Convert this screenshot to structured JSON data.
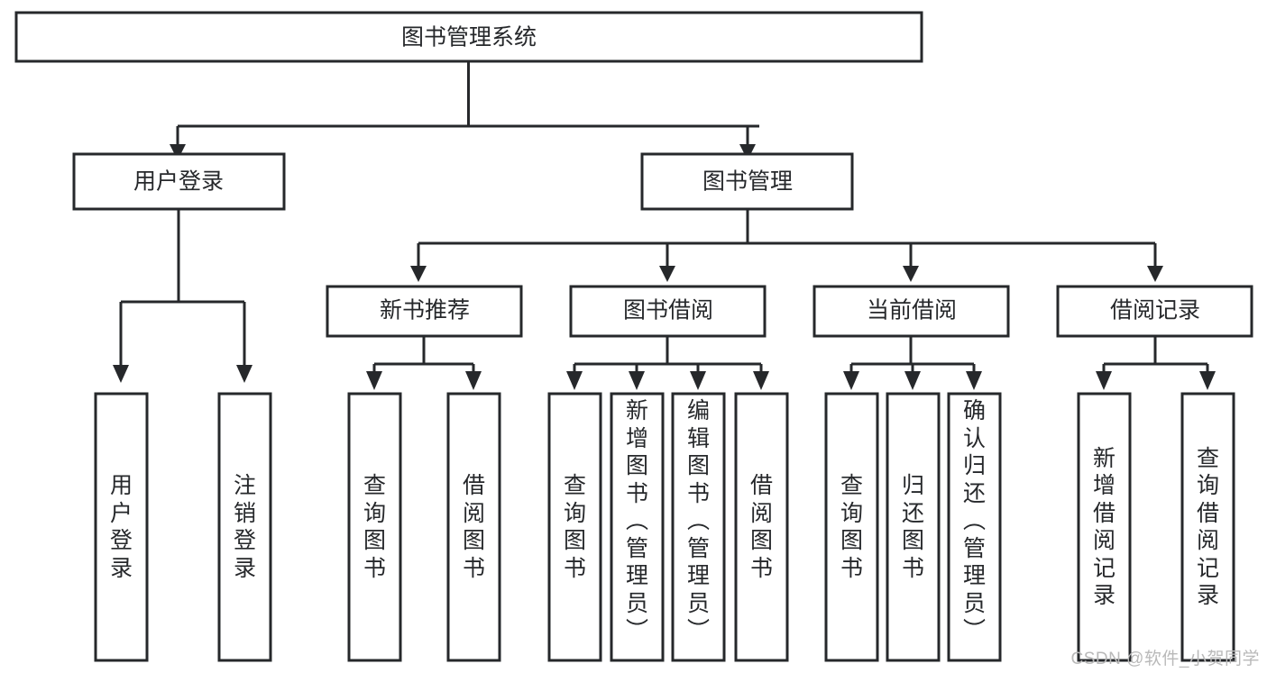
{
  "chart_data": {
    "type": "diagram",
    "diagram_kind": "hierarchy-tree",
    "title": "图书管理系统",
    "orientation": "top-down",
    "colors": {
      "stroke": "#26282b",
      "fill": "#ffffff",
      "background": "#ffffff",
      "watermark": "#b9b9b9"
    },
    "levels": 4
  },
  "tree": {
    "root": {
      "label": "图书管理系统"
    },
    "level2": [
      {
        "label": "用户登录"
      },
      {
        "label": "图书管理"
      }
    ],
    "level3": [
      {
        "label": "新书推荐"
      },
      {
        "label": "图书借阅"
      },
      {
        "label": "当前借阅"
      },
      {
        "label": "借阅记录"
      }
    ],
    "leaves": {
      "user_login": [
        {
          "label": "用户登录"
        },
        {
          "label": "注销登录"
        }
      ],
      "new_book_recommend": [
        {
          "label": "查询图书"
        },
        {
          "label": "借阅图书"
        }
      ],
      "book_borrow": [
        {
          "label": "查询图书"
        },
        {
          "label": "新增图书（管理员）"
        },
        {
          "label": "编辑图书（管理员）"
        },
        {
          "label": "借阅图书"
        }
      ],
      "current_borrow": [
        {
          "label": "查询图书"
        },
        {
          "label": "归还图书"
        },
        {
          "label": "确认归还（管理员）"
        }
      ],
      "borrow_record": [
        {
          "label": "新增借阅记录"
        },
        {
          "label": "查询借阅记录"
        }
      ]
    }
  },
  "watermark": {
    "text": "CSDN @软件_小贺同学"
  }
}
